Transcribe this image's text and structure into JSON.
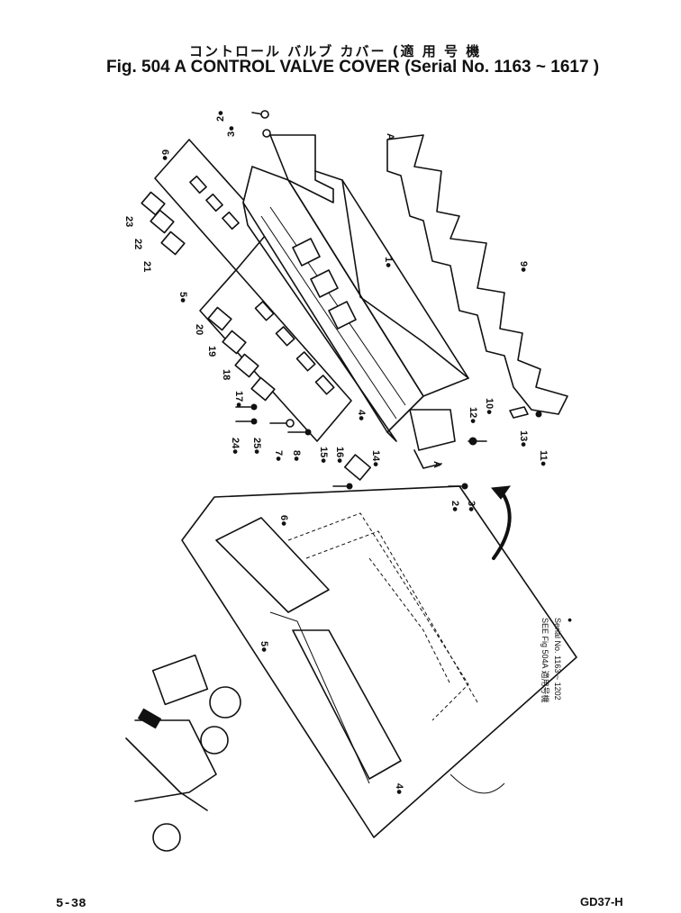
{
  "header": {
    "title_jp": "コントロール バルブ カバー (適 用 号 機",
    "title_en": "Fig. 504 A  CONTROL  VALVE  COVER (Serial  No.  1163 ~ 1617 )"
  },
  "callouts": {
    "p1": "1●",
    "p2": "2●",
    "p3": "3●",
    "p4": "4●",
    "p5": "5●",
    "p6": "6●",
    "p7": "7●",
    "p8": "8●",
    "p9": "9●",
    "p10": "10●",
    "p11": "11●",
    "p12": "12●",
    "p13": "13●",
    "p14": "14●",
    "p15": "15●",
    "p16": "16●",
    "p17": "17●",
    "p18": "18",
    "p19": "19",
    "p20": "20",
    "p21": "21",
    "p22": "22",
    "p23": "23",
    "p24": "24●",
    "p25": "25●",
    "a": "A",
    "p2b": "2●",
    "p3b": "3●",
    "p4b": "4●",
    "p5b": "5●",
    "p6b": "6●"
  },
  "inset_note": {
    "line1": "SEE Fig 504A 適用号機",
    "line2": "Serial No. 1163 ~ 1202",
    "line3": "●"
  },
  "footer": {
    "page_number": "5-38",
    "model": "GD37-H"
  }
}
